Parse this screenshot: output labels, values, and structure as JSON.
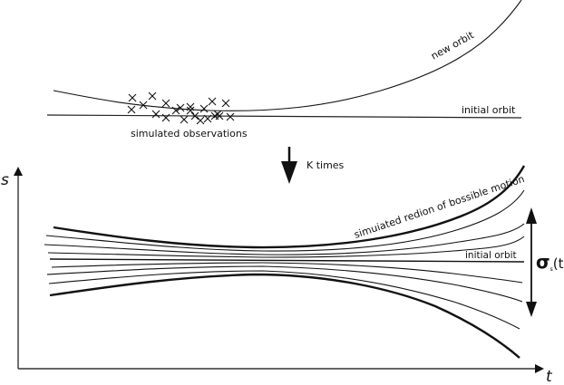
{
  "top_panel": {
    "new_orbit_label": "new orbit",
    "initial_orbit_label": "initial orbit",
    "observations_label": "simulated observations",
    "observation_marker": "x-mark-icon",
    "observation_count": 22
  },
  "transition": {
    "arrow_icon": "down-arrow-icon",
    "label": "K times"
  },
  "bottom_panel": {
    "y_axis_label": "s",
    "x_axis_label": "t",
    "region_label": "simuiated redion of bossible motion",
    "initial_orbit_label": "initial orbit",
    "sigma_symbol": "σ",
    "sigma_subscript": "s",
    "sigma_argument": "(t)",
    "trajectory_count": 10
  },
  "colors": {
    "ink": "#111111",
    "background": "#ffffff"
  }
}
